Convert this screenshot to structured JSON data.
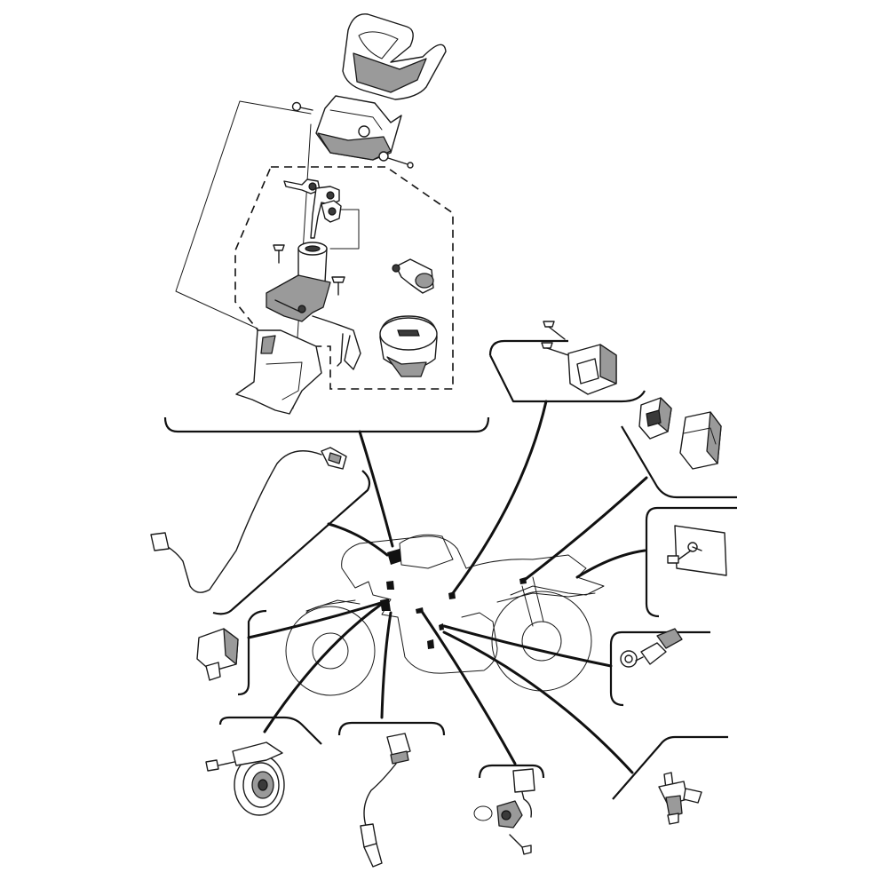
{
  "diagram": {
    "colors": {
      "line": "#1a1a1a",
      "part_shade": "#9a9a9a",
      "background": "#ffffff"
    },
    "groups": [
      {
        "id": "main-switch-group",
        "icon": "main-switch-and-steering-lock-icon"
      },
      {
        "id": "relay-group",
        "icon": "relay-icon"
      },
      {
        "id": "relay-pair-group",
        "icon": "relay-pair-icon"
      },
      {
        "id": "plate-sensor-group",
        "icon": "bracket-plate-icon"
      },
      {
        "id": "temp-sensor-group",
        "icon": "temperature-sensor-icon"
      },
      {
        "id": "speed-sensor-group",
        "icon": "speed-sensor-icon"
      },
      {
        "id": "crank-sensor-group",
        "icon": "crankshaft-sensor-icon"
      },
      {
        "id": "o2-sensor-group",
        "icon": "o2-sensor-icon"
      },
      {
        "id": "horn-group",
        "icon": "horn-icon"
      },
      {
        "id": "coil-group",
        "icon": "ignition-coil-icon"
      },
      {
        "id": "brake-switch-group",
        "icon": "brake-light-switch-icon"
      }
    ]
  }
}
